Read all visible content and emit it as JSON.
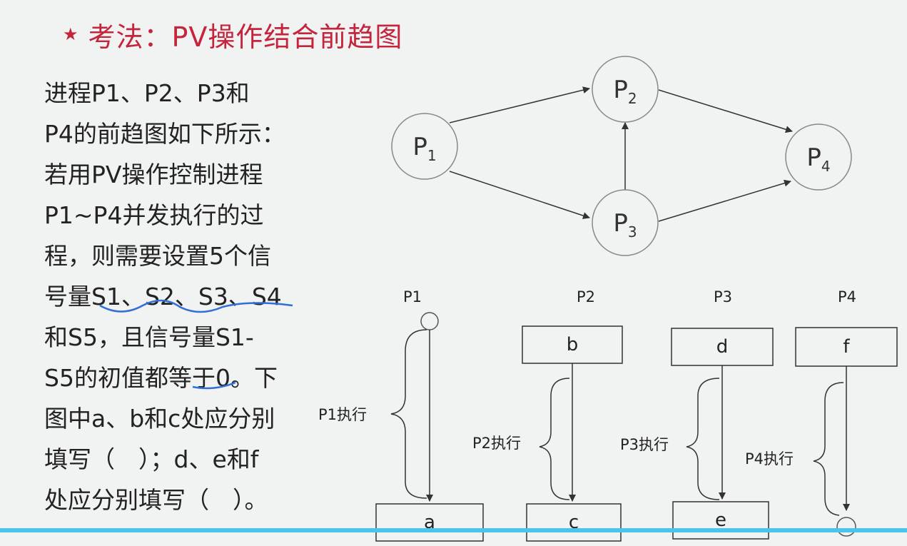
{
  "slide": {
    "star": "★",
    "title": "考法：PV操作结合前趋图"
  },
  "question_lines": [
    "进程P1、P2、P3和",
    "P4的前趋图如下所示：",
    "若用PV操作控制进程",
    "P1~P4并发执行的过",
    "程，则需要设置5个信",
    "号量S1、S2、S3、S4",
    "和S5，且信号量S1-",
    "S5的初值都等于0。下",
    "图中a、b和c处应分别",
    "填写（　）；d、e和f",
    "处应分别填写（　）。"
  ],
  "precedence_graph": {
    "nodes": [
      {
        "id": "P1",
        "base": "P",
        "sub": "1"
      },
      {
        "id": "P2",
        "base": "P",
        "sub": "2"
      },
      {
        "id": "P3",
        "base": "P",
        "sub": "3"
      },
      {
        "id": "P4",
        "base": "P",
        "sub": "4"
      }
    ],
    "edges": [
      [
        "P1",
        "P2"
      ],
      [
        "P1",
        "P3"
      ],
      [
        "P3",
        "P2"
      ],
      [
        "P2",
        "P4"
      ],
      [
        "P3",
        "P4"
      ]
    ]
  },
  "execution_diagram": {
    "processes": [
      {
        "name": "P1",
        "exec_label": "P1执行",
        "top_box": "",
        "bottom_box": "a"
      },
      {
        "name": "P2",
        "exec_label": "P2执行",
        "top_box": "b",
        "bottom_box": "c"
      },
      {
        "name": "P3",
        "exec_label": "P3执行",
        "top_box": "d",
        "bottom_box": "e"
      },
      {
        "name": "P4",
        "exec_label": "P4执行",
        "top_box": "f",
        "bottom_box": ""
      }
    ]
  },
  "colors": {
    "title": "#c4253c",
    "text": "#222222",
    "handwriting": "#2f6fd6",
    "accent_bar": "#4cc3e8"
  }
}
